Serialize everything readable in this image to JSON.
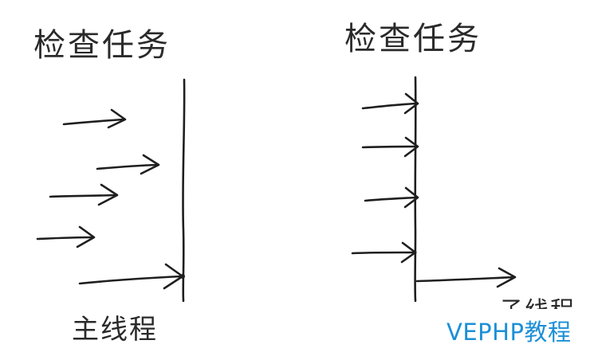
{
  "left_panel": {
    "title": "检查任务",
    "thread_label": "主线程"
  },
  "right_panel": {
    "title": "检查任务",
    "thread_label": "子线程"
  },
  "watermark": {
    "text": "VEPHP教程",
    "color": "#1b8fd6"
  },
  "icons": {
    "arrow": "hand-drawn-arrow"
  }
}
